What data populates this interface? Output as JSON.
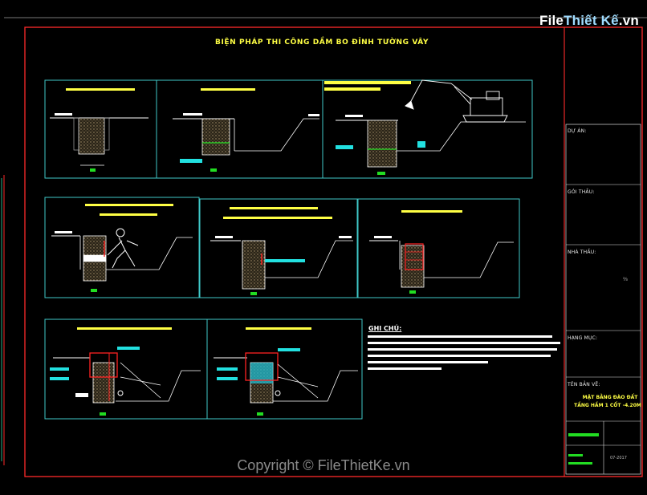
{
  "logo": {
    "text_main": "File",
    "text_accent": "Thiết Kế",
    "text_suffix": ".vn"
  },
  "drawing": {
    "title": "BIỆN PHÁP THI CÔNG DẦM BO ĐỈNH TƯỜNG VÂY",
    "note_title": "GHI CHÚ:"
  },
  "title_block": {
    "du_an": "DỰ ÁN:",
    "goi_thau": "GÓI THẦU:",
    "nha_thau": "NHÀ THẦU:",
    "hang_muc": "HẠNG MỤC:",
    "ten_ban_ve": "TÊN BẢN VẼ:",
    "sheet_line1": "MẶT BẰNG ĐÀO ĐẤT",
    "sheet_line2": "TẦNG HẦM 1 CỐT -4.20M",
    "date": "07-2017"
  },
  "copyright": "Copyright © FileThietKe.vn",
  "colors": {
    "frame": "#ff2a2a",
    "panel": "#3fc9c9",
    "title": "#ffff44",
    "hatch": "#8a7a5a",
    "green": "#22dd22",
    "cyan": "#22e0e0",
    "white": "#ffffff",
    "red": "#ff2222"
  }
}
